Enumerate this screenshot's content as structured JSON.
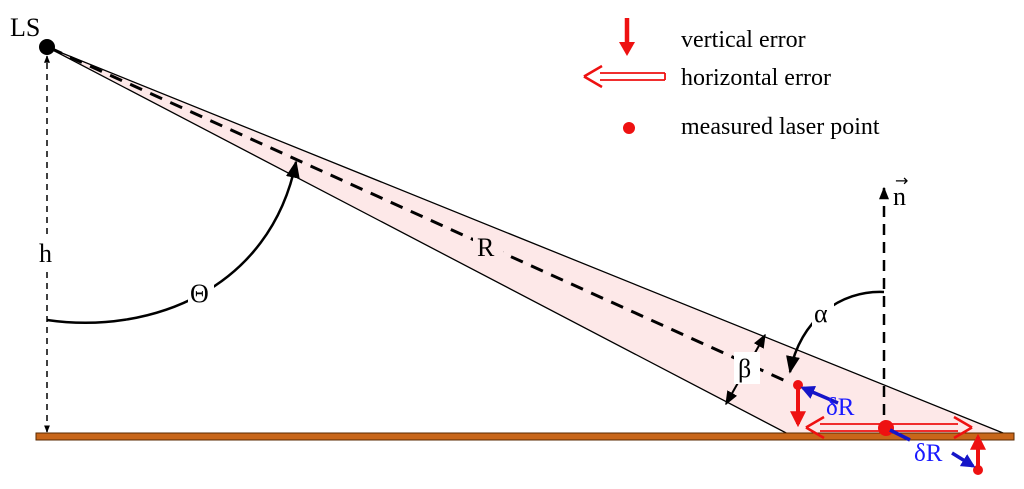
{
  "labels": {
    "source": "LS",
    "height": "h",
    "theta": "Θ",
    "range": "R",
    "alpha": "α",
    "beta": "β",
    "normal": "n",
    "normal_arrow_glyph": "→",
    "delta_r_upper": "δR",
    "delta_r_lower": "δR"
  },
  "legend": {
    "vertical_error": "vertical error",
    "horizontal_error": "horizontal error",
    "measured_point": "measured laser point"
  },
  "colors": {
    "beam_fill": "#fde8e8",
    "ground": "#c8661a",
    "error": "#ee1111",
    "delta": "#1515c8",
    "ink": "#000000"
  }
}
